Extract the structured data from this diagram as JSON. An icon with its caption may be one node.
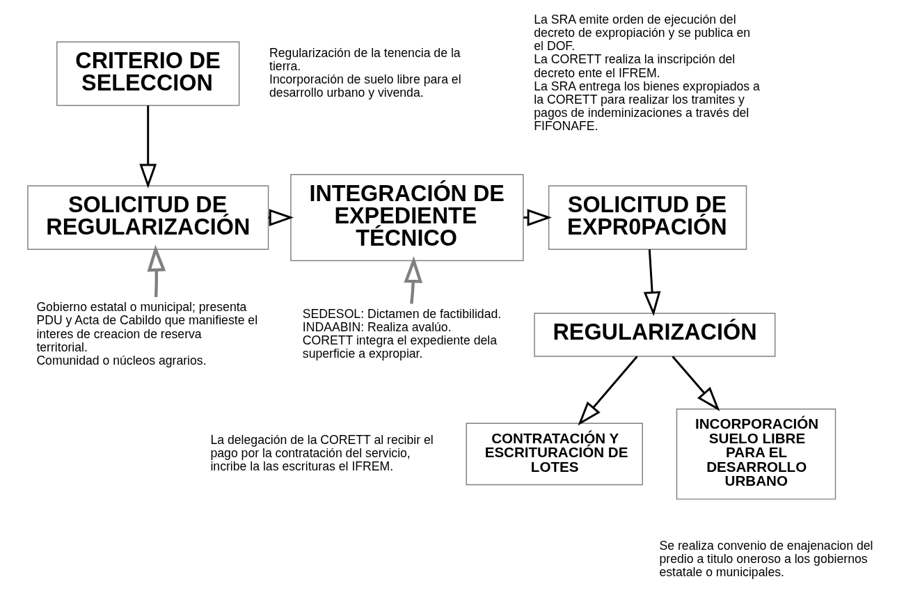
{
  "diagram": {
    "nodes": [
      {
        "text": [
          "CRITERIO DE SELECCION"
        ],
        "beside": [
          "Regularización de la tenencia de la tierra.",
          "Incorporación de suelo libre para el desarrollo urbano y vivenda."
        ]
      },
      {
        "text": [
          "SOLICITUD DE REGULARIZACIÓN"
        ]
      },
      {
        "text": [
          "INTEGRACIÓN DE EXPEDIENTE TÉCNICO"
        ]
      },
      {
        "text": [
          "SOLICITUD DE EXPR0PACIÓN"
        ],
        "beside": [
          "La SRA emite orden de ejecución del decreto de expropiación y se publica en el DOF.",
          "La CORETT realiza la inscripción del decreto ente el IFREM.",
          "La SRA entrega los bienes expropiados a la CORETT para realizar los tramites y pagos de indeminizaciones a través del FIFONAFE."
        ]
      },
      {
        "text": [
          "REGULARIZACIÓN"
        ]
      },
      {
        "text": [
          "CONTRATACIÓN Y ESCRITURACIÓN DE LOTES"
        ],
        "beside": [
          "La delegación de la CORETT al recibir el pago por la contratación del servicio, incribe la las escrituras el IFREM."
        ]
      },
      {
        "text": [
          "INCORPORACIÓN SUELO LIBRE PARA EL DESARROLLO URBANO"
        ],
        "beside": [
          "Se realiza convenio de enajenacion del predio a titulo oneroso a los gobiernos estatale o municipales."
        ]
      },
      {
        "text": [
          "Gobierno estatal o municipal; presenta PDU y Acta de Cabildo que manifieste el interes de creacion de reserva territorial.",
          "Comunidad o núcleos agrarios."
        ]
      },
      {
        "text": [
          "SEDESOL: Dictamen de factibilidad.",
          "INDAABIN: Realiza avalúo.",
          "CORETT integra el expediente dela superficie a expropiar."
        ]
      }
    ],
    "edges": [
      {
        "from": 0,
        "to": 1,
        "arrow": "to"
      },
      {
        "from": 1,
        "to": 2,
        "arrow": "to"
      },
      {
        "from": 2,
        "to": 3,
        "arrow": "to"
      },
      {
        "from": 3,
        "to": 4,
        "arrow": "to"
      },
      {
        "from": 4,
        "to": 5,
        "arrow": "to"
      },
      {
        "from": 4,
        "to": 6,
        "arrow": "to"
      },
      {
        "from": 7,
        "to": 1,
        "arrow": "to",
        "color": "#808080"
      },
      {
        "from": 8,
        "to": 2,
        "arrow": "to",
        "color": "#808080"
      }
    ]
  }
}
